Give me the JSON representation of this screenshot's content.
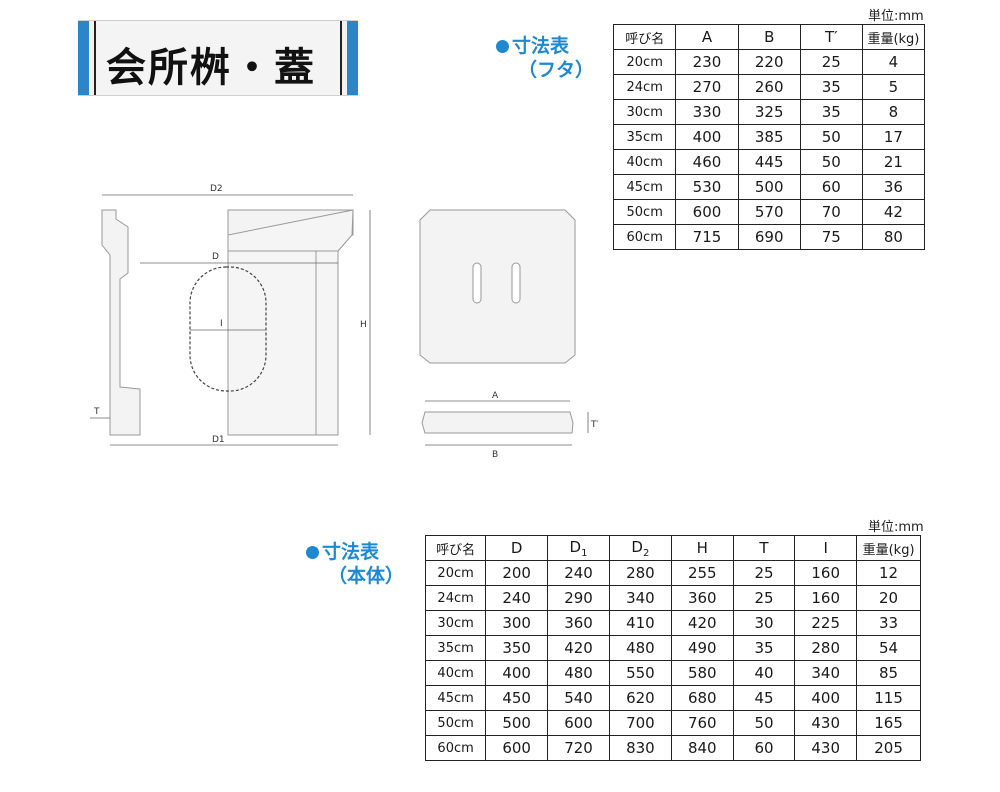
{
  "title": "会所桝・蓋",
  "lid_section": {
    "heading": "寸法表",
    "sub": "（フタ）",
    "unit": "単位:mm",
    "columns": [
      "呼び名",
      "A",
      "B",
      "T′",
      "重量(kg)"
    ],
    "rows": [
      [
        "20cm",
        "230",
        "220",
        "25",
        "4"
      ],
      [
        "24cm",
        "270",
        "260",
        "35",
        "5"
      ],
      [
        "30cm",
        "330",
        "325",
        "35",
        "8"
      ],
      [
        "35cm",
        "400",
        "385",
        "50",
        "17"
      ],
      [
        "40cm",
        "460",
        "445",
        "50",
        "21"
      ],
      [
        "45cm",
        "530",
        "500",
        "60",
        "36"
      ],
      [
        "50cm",
        "600",
        "570",
        "70",
        "42"
      ],
      [
        "60cm",
        "715",
        "690",
        "75",
        "80"
      ]
    ]
  },
  "body_section": {
    "heading": "寸法表",
    "sub": "（本体）",
    "unit": "単位:mm",
    "columns": [
      "呼び名",
      "D",
      "D1",
      "D2",
      "H",
      "T",
      "I",
      "重量(kg)"
    ],
    "rows": [
      [
        "20cm",
        "200",
        "240",
        "280",
        "255",
        "25",
        "160",
        "12"
      ],
      [
        "24cm",
        "240",
        "290",
        "340",
        "360",
        "25",
        "160",
        "20"
      ],
      [
        "30cm",
        "300",
        "360",
        "410",
        "420",
        "30",
        "225",
        "33"
      ],
      [
        "35cm",
        "350",
        "420",
        "480",
        "490",
        "35",
        "280",
        "54"
      ],
      [
        "40cm",
        "400",
        "480",
        "550",
        "580",
        "40",
        "340",
        "85"
      ],
      [
        "45cm",
        "450",
        "540",
        "620",
        "680",
        "45",
        "400",
        "115"
      ],
      [
        "50cm",
        "500",
        "600",
        "700",
        "760",
        "50",
        "430",
        "165"
      ],
      [
        "60cm",
        "600",
        "720",
        "830",
        "840",
        "60",
        "430",
        "205"
      ]
    ]
  },
  "drawing_labels": {
    "d2": "D2",
    "d": "D",
    "d1": "D1",
    "i": "I",
    "h": "H",
    "t": "T",
    "a": "A",
    "b": "B",
    "t_prime": "T′"
  }
}
